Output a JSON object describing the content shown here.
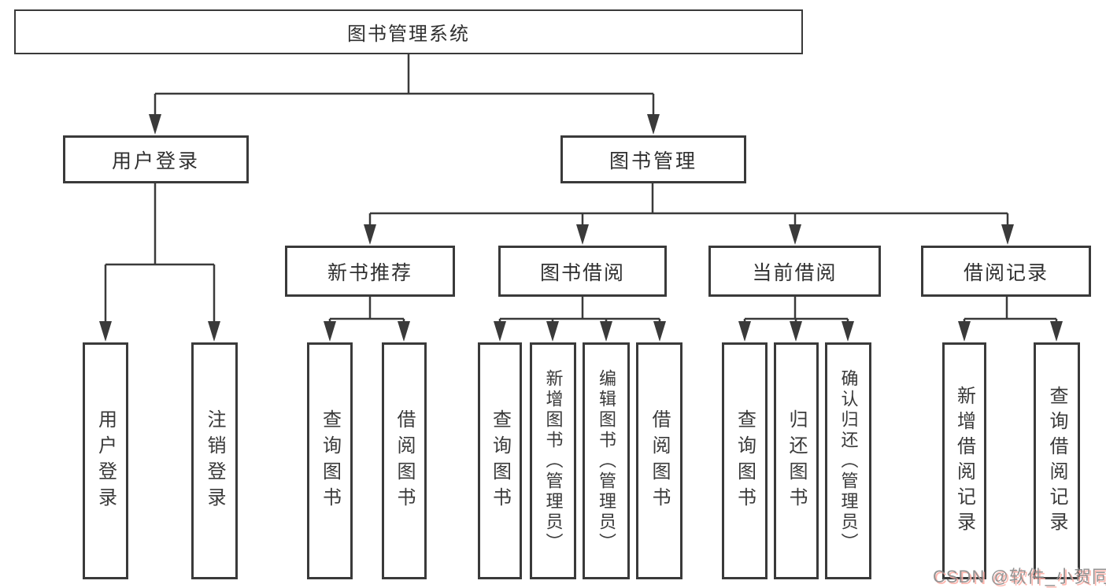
{
  "colors": {
    "line": "#3a3a3a",
    "box_border": "#3a3a3a",
    "text": "#303030",
    "background": "#ffffff",
    "watermark_text": "#8a8a8a",
    "watermark_shadow": "#ffb0a8"
  },
  "tree": {
    "root": "图书管理系统",
    "children": [
      {
        "label": "用户登录",
        "leaves": [
          "用户登录",
          "注销登录"
        ]
      },
      {
        "label": "图书管理",
        "children": [
          {
            "label": "新书推荐",
            "leaves": [
              "查询图书",
              "借阅图书"
            ]
          },
          {
            "label": "图书借阅",
            "leaves": [
              "查询图书",
              "新增图书（管理员）",
              "编辑图书（管理员）",
              "借阅图书"
            ]
          },
          {
            "label": "当前借阅",
            "leaves": [
              "查询图书",
              "归还图书",
              "确认归还（管理员）"
            ]
          },
          {
            "label": "借阅记录",
            "leaves": [
              "新增借阅记录",
              "查询借阅记录"
            ]
          }
        ]
      }
    ]
  },
  "watermark": "CSDN @软件_小贺同学"
}
